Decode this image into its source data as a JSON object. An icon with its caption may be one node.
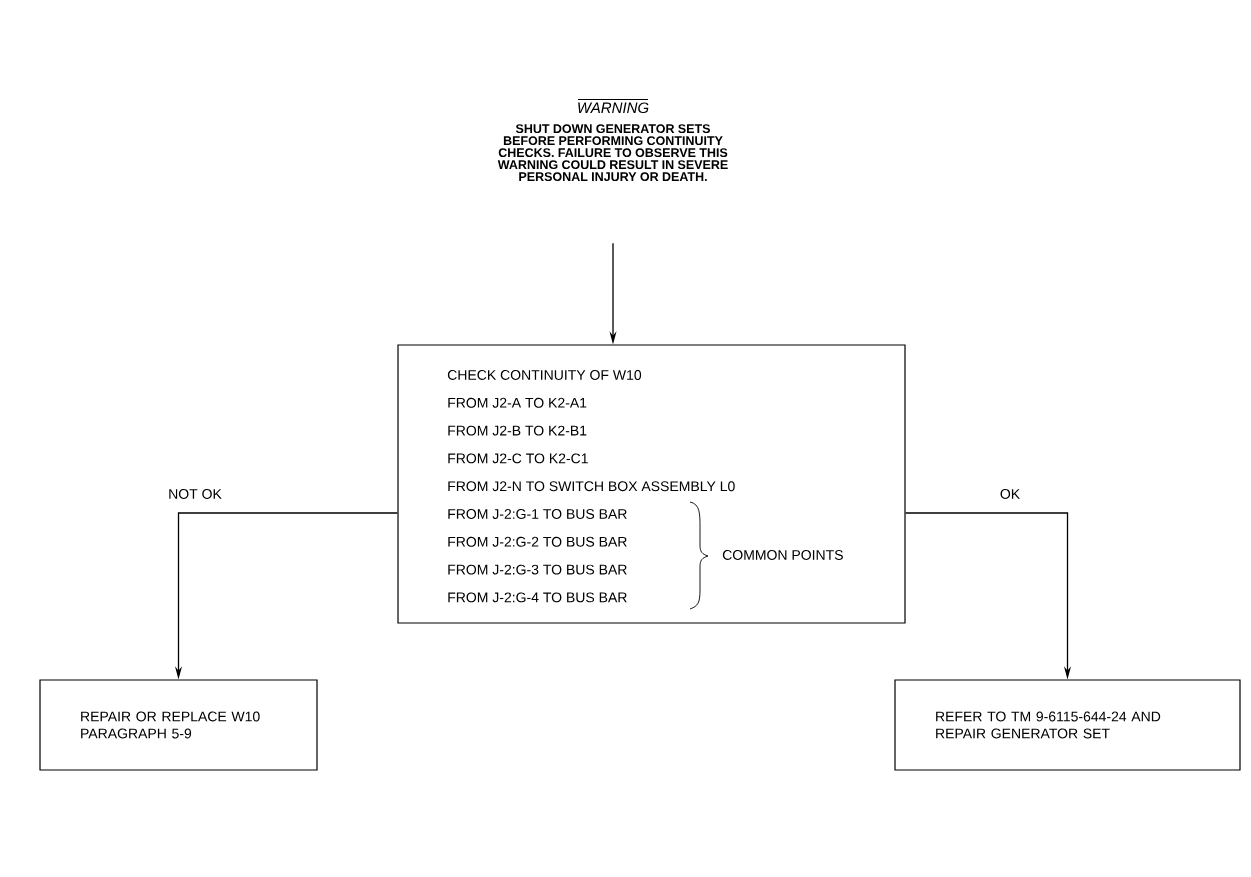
{
  "diagram": {
    "nodes": [
      {
        "text": [
          "WARNING",
          "SHUT DOWN GENERATOR SETS BEFORE PERFORMING CONTINUITY CHECKS. FAILURE TO OBSERVE THIS WARNING COULD RESULT IN SEVERE PERSONAL INJURY OR DEATH."
        ]
      },
      {
        "text": [
          "CHECK CONTINUITY OF W10",
          "FROM J2-A  TO  K2-A1",
          "FROM J2-B  TO  K2-B1",
          "FROM J2-C  TO  K2-C1",
          "FROM J2-N  TO  SWITCH BOX ASSEMBLY L0",
          "FROM J-2:G-1  TO  BUS BAR",
          "FROM J-2:G-2  TO  BUS BAR",
          "FROM J-2:G-3  TO  BUS BAR",
          "FROM J-2:G-4  TO  BUS BAR",
          "COMMON POINTS"
        ]
      },
      {
        "text": [
          "REPAIR OR REPLACE W10 PARAGRAPH 5-9"
        ]
      },
      {
        "text": [
          "REFER TO TM 9-6115-644-24 AND REPAIR GENERATOR SET"
        ]
      }
    ],
    "edges": [
      {
        "from": 0,
        "to": 1,
        "arrow": "to"
      },
      {
        "from": 1,
        "to": 2,
        "arrow": "to",
        "label": "NOT OK"
      },
      {
        "from": 1,
        "to": 3,
        "arrow": "to",
        "label": "OK"
      }
    ]
  }
}
